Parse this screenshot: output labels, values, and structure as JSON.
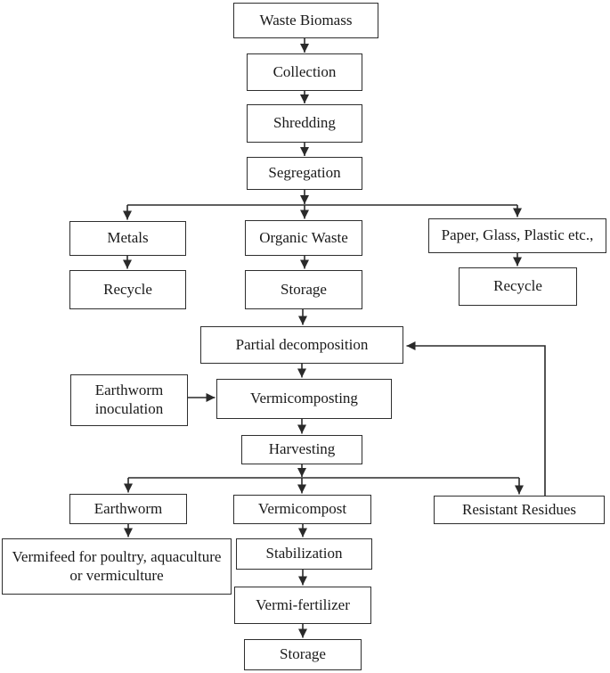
{
  "diagram": {
    "type": "flowchart",
    "subject": "Waste biomass vermicomposting process",
    "nodes": {
      "waste_biomass": "Waste Biomass",
      "collection": "Collection",
      "shredding": "Shredding",
      "segregation": "Segregation",
      "metals": "Metals",
      "recycle_left": "Recycle",
      "organic_waste": "Organic Waste",
      "storage_mid": "Storage",
      "paper_glass": "Paper, Glass, Plastic etc.,",
      "recycle_right": "Recycle",
      "partial_decomposition": "Partial decomposition",
      "earthworm_inoculation": "Earthworm inoculation",
      "vermicomposting": "Vermicomposting",
      "harvesting": "Harvesting",
      "earthworm": "Earthworm",
      "vermifeed": "Vermifeed for poultry, aquaculture or vermiculture",
      "vermicompost": "Vermicompost",
      "stabilization": "Stabilization",
      "vermi_fertilizer": "Vermi-fertilizer",
      "storage_bottom": "Storage",
      "resistant_residues": "Resistant Residues"
    },
    "edges": [
      [
        "waste_biomass",
        "collection"
      ],
      [
        "collection",
        "shredding"
      ],
      [
        "shredding",
        "segregation"
      ],
      [
        "segregation",
        "metals"
      ],
      [
        "segregation",
        "organic_waste"
      ],
      [
        "segregation",
        "paper_glass"
      ],
      [
        "metals",
        "recycle_left"
      ],
      [
        "organic_waste",
        "storage_mid"
      ],
      [
        "paper_glass",
        "recycle_right"
      ],
      [
        "storage_mid",
        "partial_decomposition"
      ],
      [
        "partial_decomposition",
        "vermicomposting"
      ],
      [
        "earthworm_inoculation",
        "vermicomposting"
      ],
      [
        "vermicomposting",
        "harvesting"
      ],
      [
        "harvesting",
        "earthworm"
      ],
      [
        "harvesting",
        "vermicompost"
      ],
      [
        "harvesting",
        "resistant_residues"
      ],
      [
        "earthworm",
        "vermifeed"
      ],
      [
        "vermicompost",
        "stabilization"
      ],
      [
        "stabilization",
        "vermi_fertilizer"
      ],
      [
        "vermi_fertilizer",
        "storage_bottom"
      ],
      [
        "resistant_residues",
        "partial_decomposition"
      ]
    ],
    "colors": {
      "background": "#ffffff",
      "line": "#2a2a2a",
      "box_border": "#2e2e2e",
      "text": "#1a1a1a"
    }
  }
}
